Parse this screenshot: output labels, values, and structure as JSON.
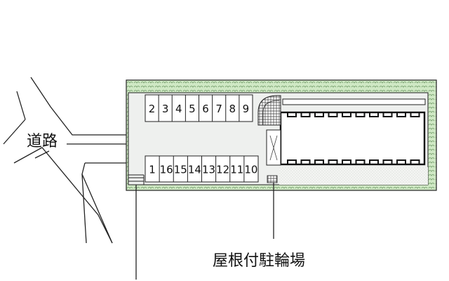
{
  "road_label": "道路",
  "bicycle_parking_label": "屋根付駐輪場",
  "parking_top_row": [
    "2",
    "3",
    "4",
    "5",
    "6",
    "7",
    "8",
    "9"
  ],
  "parking_bottom_row": [
    "1",
    "16",
    "15",
    "14",
    "13",
    "12",
    "11",
    "10"
  ],
  "colors": {
    "hedge": "#cfe8c4",
    "paving": "#eef0ee",
    "outline": "#222222",
    "building_outline": "#111111",
    "ground_dots": "#e8eae6"
  },
  "icons": {
    "bicycle_shelter": "hatched-square",
    "entrance_stair": "stepped-edge"
  }
}
